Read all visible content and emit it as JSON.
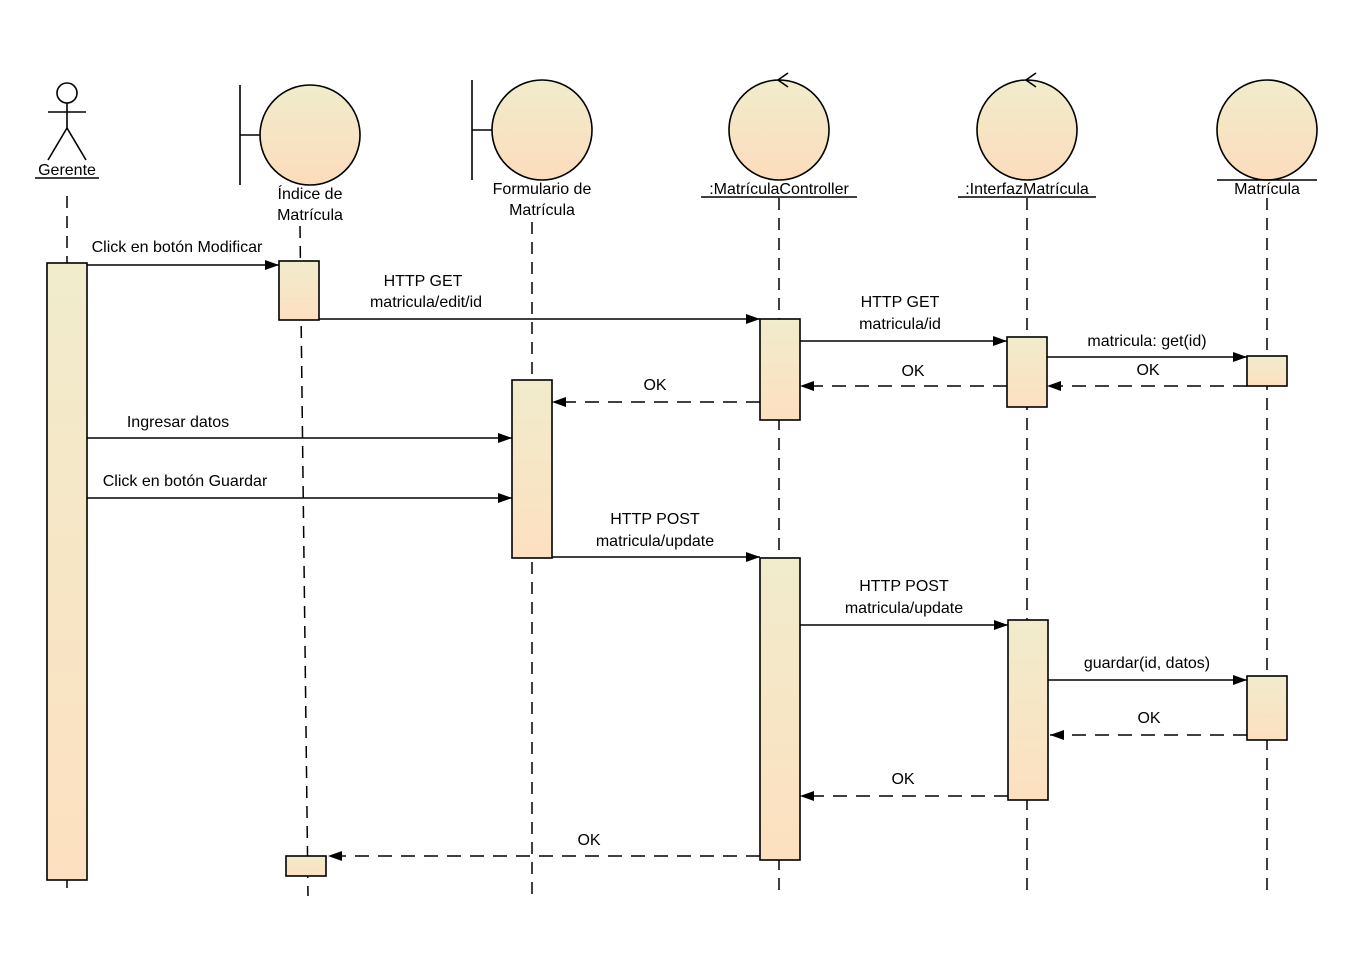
{
  "participants": [
    {
      "id": "gerente",
      "type": "actor",
      "label": "Gerente",
      "underline": true
    },
    {
      "id": "indice",
      "type": "boundary",
      "label_lines": [
        "Índice de",
        "Matrícula"
      ]
    },
    {
      "id": "formulario",
      "type": "boundary",
      "label_lines": [
        "Formulario de",
        "Matrícula"
      ]
    },
    {
      "id": "controller",
      "type": "control",
      "label": ":MatrículaController",
      "underline": true
    },
    {
      "id": "interfaz",
      "type": "control",
      "label": ":InterfazMatrícula",
      "underline": true
    },
    {
      "id": "matricula",
      "type": "entity",
      "label": "Matrícula"
    }
  ],
  "messages": [
    {
      "id": "m1",
      "from": "gerente",
      "to": "indice",
      "kind": "sync",
      "lines": [
        "Click en botón Modificar"
      ]
    },
    {
      "id": "m2",
      "from": "indice",
      "to": "controller",
      "kind": "sync",
      "lines": [
        "HTTP GET",
        "matricula/edit/id"
      ]
    },
    {
      "id": "m3",
      "from": "controller",
      "to": "interfaz",
      "kind": "sync",
      "lines": [
        "HTTP GET",
        "matricula/id"
      ]
    },
    {
      "id": "m4",
      "from": "interfaz",
      "to": "matricula",
      "kind": "sync",
      "lines": [
        "matricula: get(id)"
      ]
    },
    {
      "id": "m5",
      "from": "matricula",
      "to": "interfaz",
      "kind": "return",
      "lines": [
        "OK"
      ]
    },
    {
      "id": "m6",
      "from": "interfaz",
      "to": "controller",
      "kind": "return",
      "lines": [
        "OK"
      ]
    },
    {
      "id": "m7",
      "from": "controller",
      "to": "formulario",
      "kind": "return",
      "lines": [
        "OK"
      ]
    },
    {
      "id": "m8",
      "from": "gerente",
      "to": "formulario",
      "kind": "sync",
      "lines": [
        "Ingresar datos"
      ]
    },
    {
      "id": "m9",
      "from": "gerente",
      "to": "formulario",
      "kind": "sync",
      "lines": [
        "Click en botón Guardar"
      ]
    },
    {
      "id": "m10",
      "from": "formulario",
      "to": "controller",
      "kind": "sync",
      "lines": [
        "HTTP POST",
        "matricula/update"
      ]
    },
    {
      "id": "m11",
      "from": "controller",
      "to": "interfaz",
      "kind": "sync",
      "lines": [
        "HTTP POST",
        "matricula/update"
      ]
    },
    {
      "id": "m12",
      "from": "interfaz",
      "to": "matricula",
      "kind": "sync",
      "lines": [
        "guardar(id, datos)"
      ]
    },
    {
      "id": "m13",
      "from": "matricula",
      "to": "interfaz",
      "kind": "return",
      "lines": [
        "OK"
      ]
    },
    {
      "id": "m14",
      "from": "interfaz",
      "to": "controller",
      "kind": "return",
      "lines": [
        "OK"
      ]
    },
    {
      "id": "m15",
      "from": "controller",
      "to": "indice",
      "kind": "return",
      "lines": [
        "OK"
      ]
    }
  ],
  "colors": {
    "activation_top": "#f0eccc",
    "activation_bottom": "#fde0c0",
    "line": "#000000"
  }
}
